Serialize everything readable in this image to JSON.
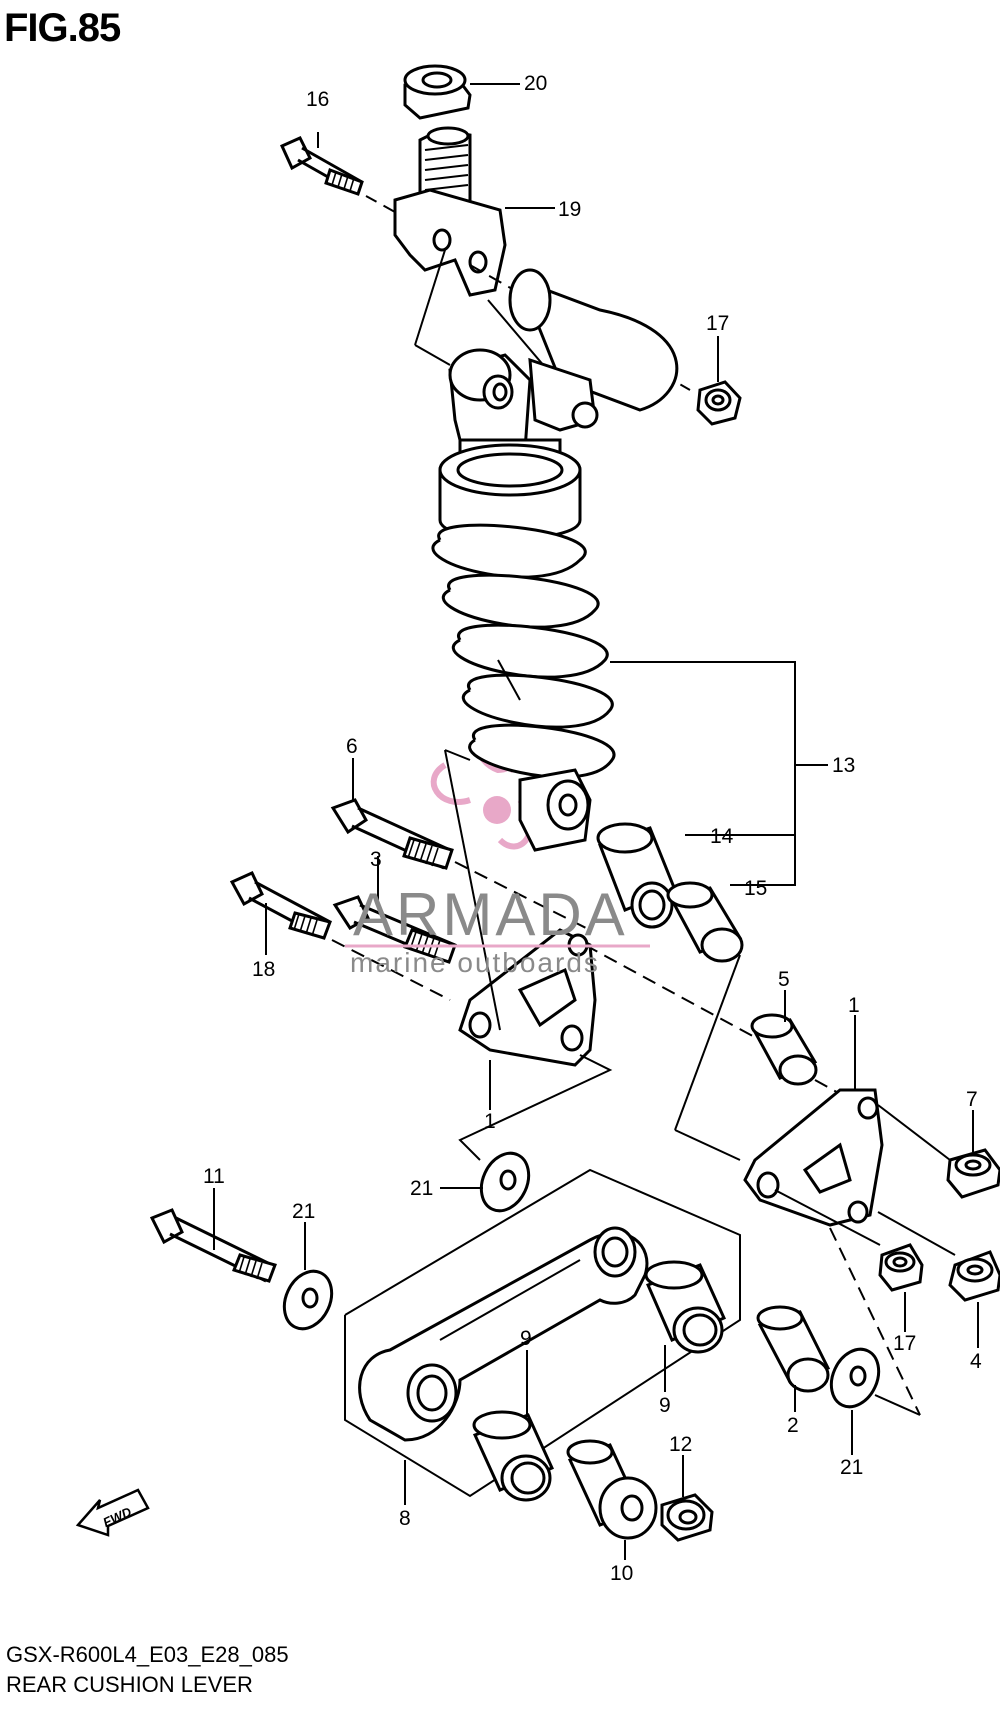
{
  "figure": {
    "title": "FIG.85",
    "code": "GSX-R600L4_E03_E28_085",
    "name": "REAR CUSHION LEVER"
  },
  "watermark": {
    "brand": "ARMADA",
    "tagline": "marine outboards",
    "brand_color": "#8a8a8a",
    "logo_color": "#e8a8c8"
  },
  "direction_badge": "FWD",
  "callouts": {
    "c1a": "1",
    "c1b": "1",
    "c2": "2",
    "c3": "3",
    "c4": "4",
    "c5": "5",
    "c6": "6",
    "c7": "7",
    "c8": "8",
    "c9a": "9",
    "c9b": "9",
    "c10": "10",
    "c11": "11",
    "c12": "12",
    "c13": "13",
    "c14": "14",
    "c15": "15",
    "c16": "16",
    "c17a": "17",
    "c17b": "17",
    "c18": "18",
    "c19": "19",
    "c20": "20",
    "c21a": "21",
    "c21b": "21",
    "c21c": "21"
  }
}
